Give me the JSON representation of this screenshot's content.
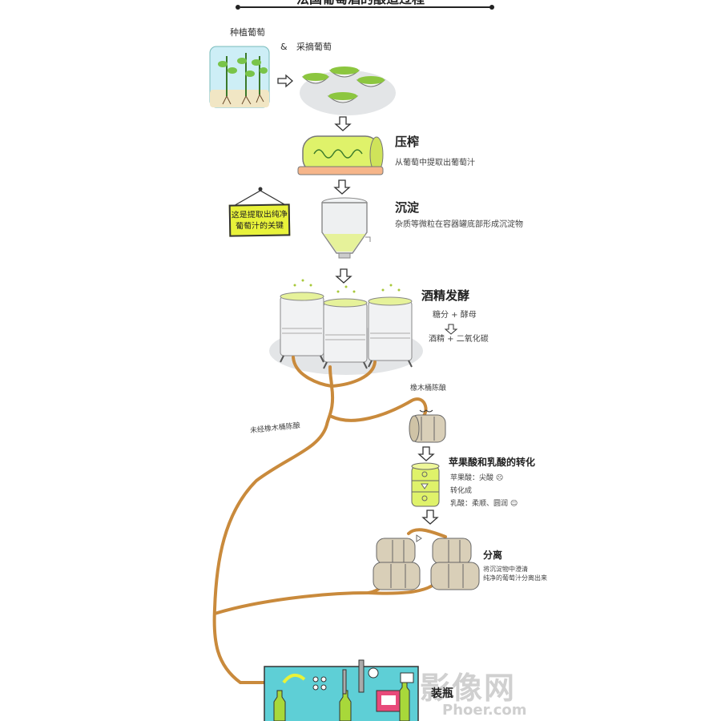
{
  "title": "法国葡萄酒的酿造过程",
  "steps": {
    "plant": {
      "label": "种植葡萄"
    },
    "amp": "&",
    "pick": {
      "label": "采摘葡萄"
    },
    "press": {
      "label": "压榨",
      "desc": "从葡萄中提取出葡萄汁"
    },
    "settle": {
      "label": "沉淀",
      "desc": "杂质等微粒在容器罐底部形成沉淀物"
    },
    "ferment": {
      "label": "酒精发酵",
      "formula_top": "糖分 + 酵母",
      "formula_bottom": "酒精 + 二氧化碳"
    },
    "oak": {
      "label": "橡木桶陈酿"
    },
    "no_oak": {
      "label": "未经橡木桶陈酿"
    },
    "malo": {
      "label": "苹果酸和乳酸的转化",
      "line1": "苹果酸：尖酸 ☹",
      "line2": "转化成",
      "line3": "乳酸：柔顺、圆润 ☺"
    },
    "separate": {
      "label": "分离",
      "desc1": "将沉淀物中澄清",
      "desc2": "纯净的葡萄汁分离出来"
    },
    "bottle": {
      "label": "装瓶"
    }
  },
  "note": {
    "line1": "这是提取出纯净",
    "line2": "葡萄汁的关键"
  },
  "watermark": {
    "main": "影像网",
    "sub": "Phoer.com"
  },
  "colors": {
    "pipe": "#c98a3c",
    "green": "#e8f23a",
    "machine": "#5ecfd6",
    "barrel": "#d9cfb8",
    "tank": "#e9ecef"
  }
}
